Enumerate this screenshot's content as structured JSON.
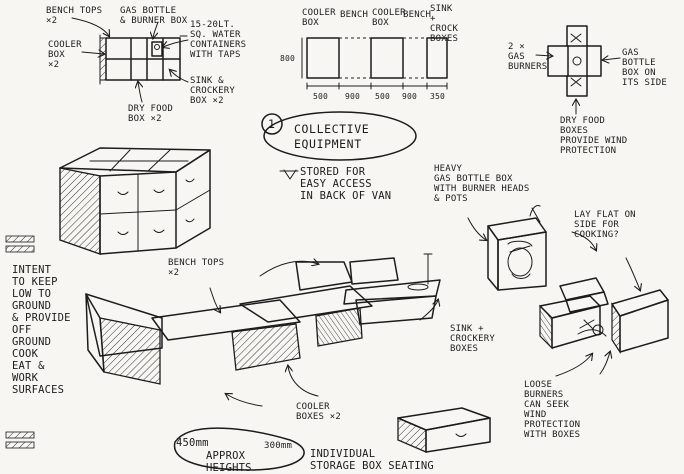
{
  "plan_sketch": {
    "bench_tops": "BENCH TOPS\n×2",
    "gas_bottle_burner_box": "GAS BOTTLE\n& BURNER BOX",
    "water_containers": "15-20LT.\nSQ. WATER\nCONTAINERS\nWITH TAPS",
    "cooler_box": "COOLER\nBOX\n×2",
    "sink_crockery_box": "SINK &\nCROCKERY\nBOX ×2",
    "dry_food_box": "DRY FOOD\nBOX ×2"
  },
  "elevation_sketch": {
    "label_cooler_box_1": "COOLER\nBOX",
    "label_bench_1": "BENCH",
    "label_cooler_box_2": "COOLER\nBOX",
    "label_bench_2": "BENCH",
    "label_sink_crock": "SINK\n+\nCROCK\nBOXES",
    "height_dim": "800",
    "widths": [
      "500",
      "900",
      "500",
      "900",
      "350"
    ]
  },
  "burner_plan": {
    "gas_burners": "2 ×\nGAS\nBURNERS",
    "gas_bottle_side": "GAS\nBOTTLE\nBOX ON\nITS SIDE",
    "dry_food_boxes": "DRY FOOD\nBOXES\nPROVIDE WIND\nPROTECTION"
  },
  "title_block": {
    "number": "1",
    "title": "COLLECTIVE\nEQUIPMENT",
    "stored_note": "STORED FOR\nEASY ACCESS\nIN BACK OF VAN"
  },
  "notes": {
    "heavy_gas": "HEAVY\nGAS BOTTLE BOX\nWITH BURNER HEADS\n& POTS",
    "lay_flat": "LAY FLAT ON\nSIDE FOR\nCOOKING?",
    "intent": "INTENT\nTO KEEP\nLOW TO\nGROUND\n& PROVIDE\nOFF\nGROUND\nCOOK\nEAT &\nWORK\nSURFACES",
    "bench_tops_x2": "BENCH TOPS\n×2",
    "sink_crockery_boxes": "SINK +\nCROCKERY\nBOXES",
    "cooler_boxes": "COOLER\nBOXES ×2",
    "loose_burners": "LOOSE\nBURNERS\nCAN SEEK\nWIND\nPROTECTION\nWITH BOXES",
    "dim_450": "450mm",
    "dim_300": "300mm",
    "approx_heights": "APPROX\nHEIGHTS",
    "individual_storage": "INDIVIDUAL\nSTORAGE BOX SEATING"
  }
}
